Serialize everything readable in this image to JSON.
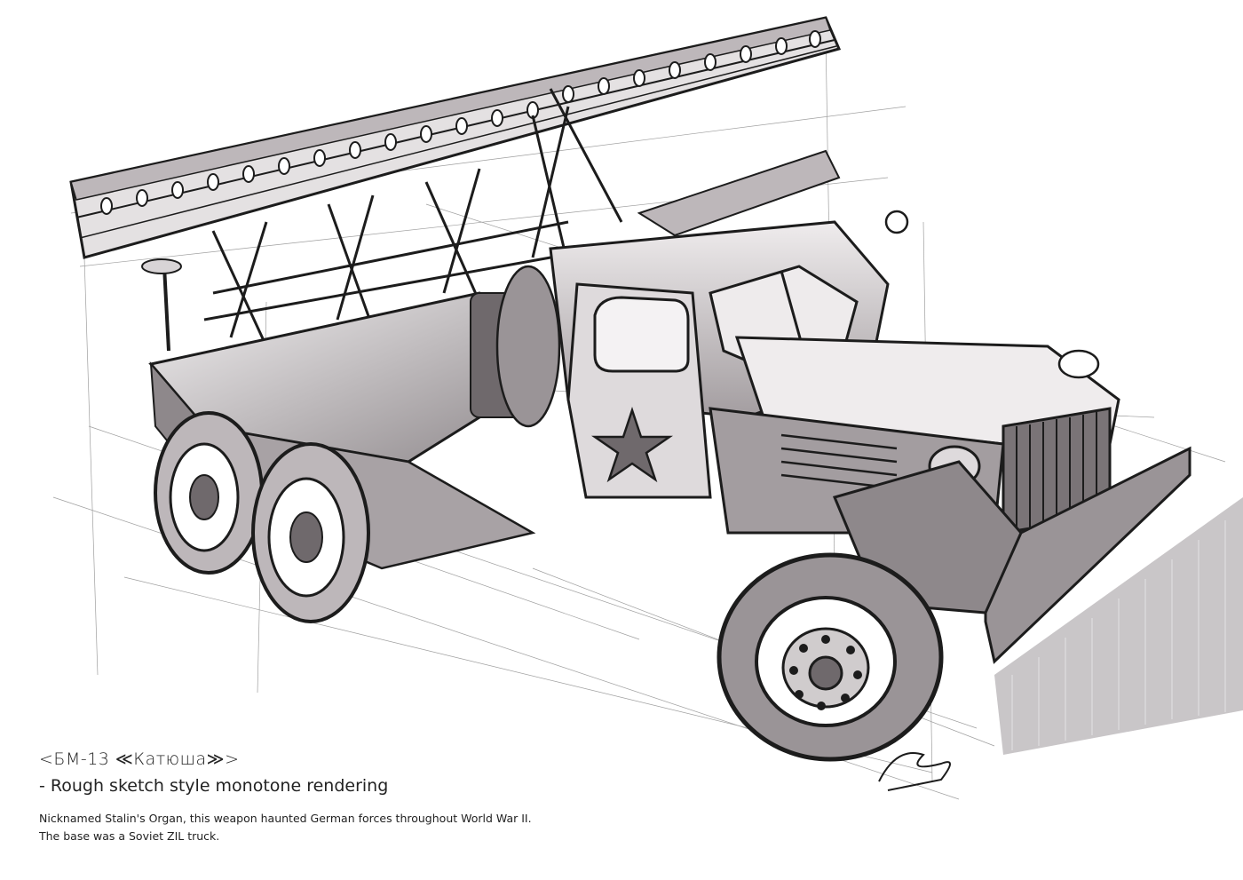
{
  "caption": {
    "title": "<БМ-13 ≪Катюша≫>",
    "subtitle": "- Rough sketch style monotone rendering",
    "description_line1": "Nicknamed Stalin's Organ, this weapon haunted German forces throughout World War II.",
    "description_line2": "The base was a Soviet ZIL truck."
  },
  "artwork": {
    "subject": "BM-13 Katyusha rocket launcher on ZIL truck",
    "style": "monotone marker sketch",
    "ink_color": "#1c1c1c",
    "shade_color": "#9a9497",
    "shadow_color": "#c9c6c8",
    "background": "#ffffff"
  }
}
